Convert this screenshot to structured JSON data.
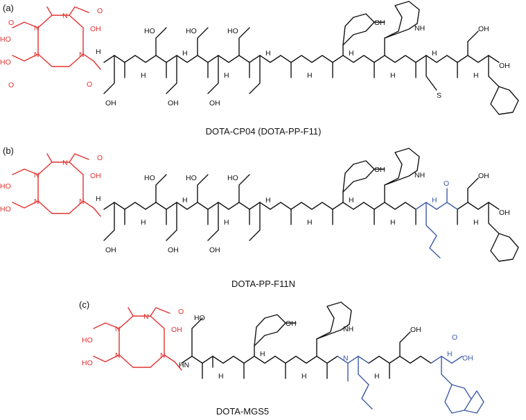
{
  "panels": [
    {
      "label": "(a)",
      "caption": "DOTA-CP04 (DOTA-PP-F11)"
    },
    {
      "label": "(b)",
      "caption": "DOTA-PP-F11N"
    },
    {
      "label": "(c)",
      "caption": "DOTA-MGS5"
    }
  ],
  "atoms": {
    "n": "N",
    "nh": "NH",
    "h": "H",
    "hn": "HN",
    "o": "O",
    "oh": "OH",
    "ho": "HO",
    "s": "S"
  },
  "colors": {
    "bond": "#111111",
    "dota_chelator": "#e0302e",
    "modified_residue": "#3c5aa6"
  }
}
